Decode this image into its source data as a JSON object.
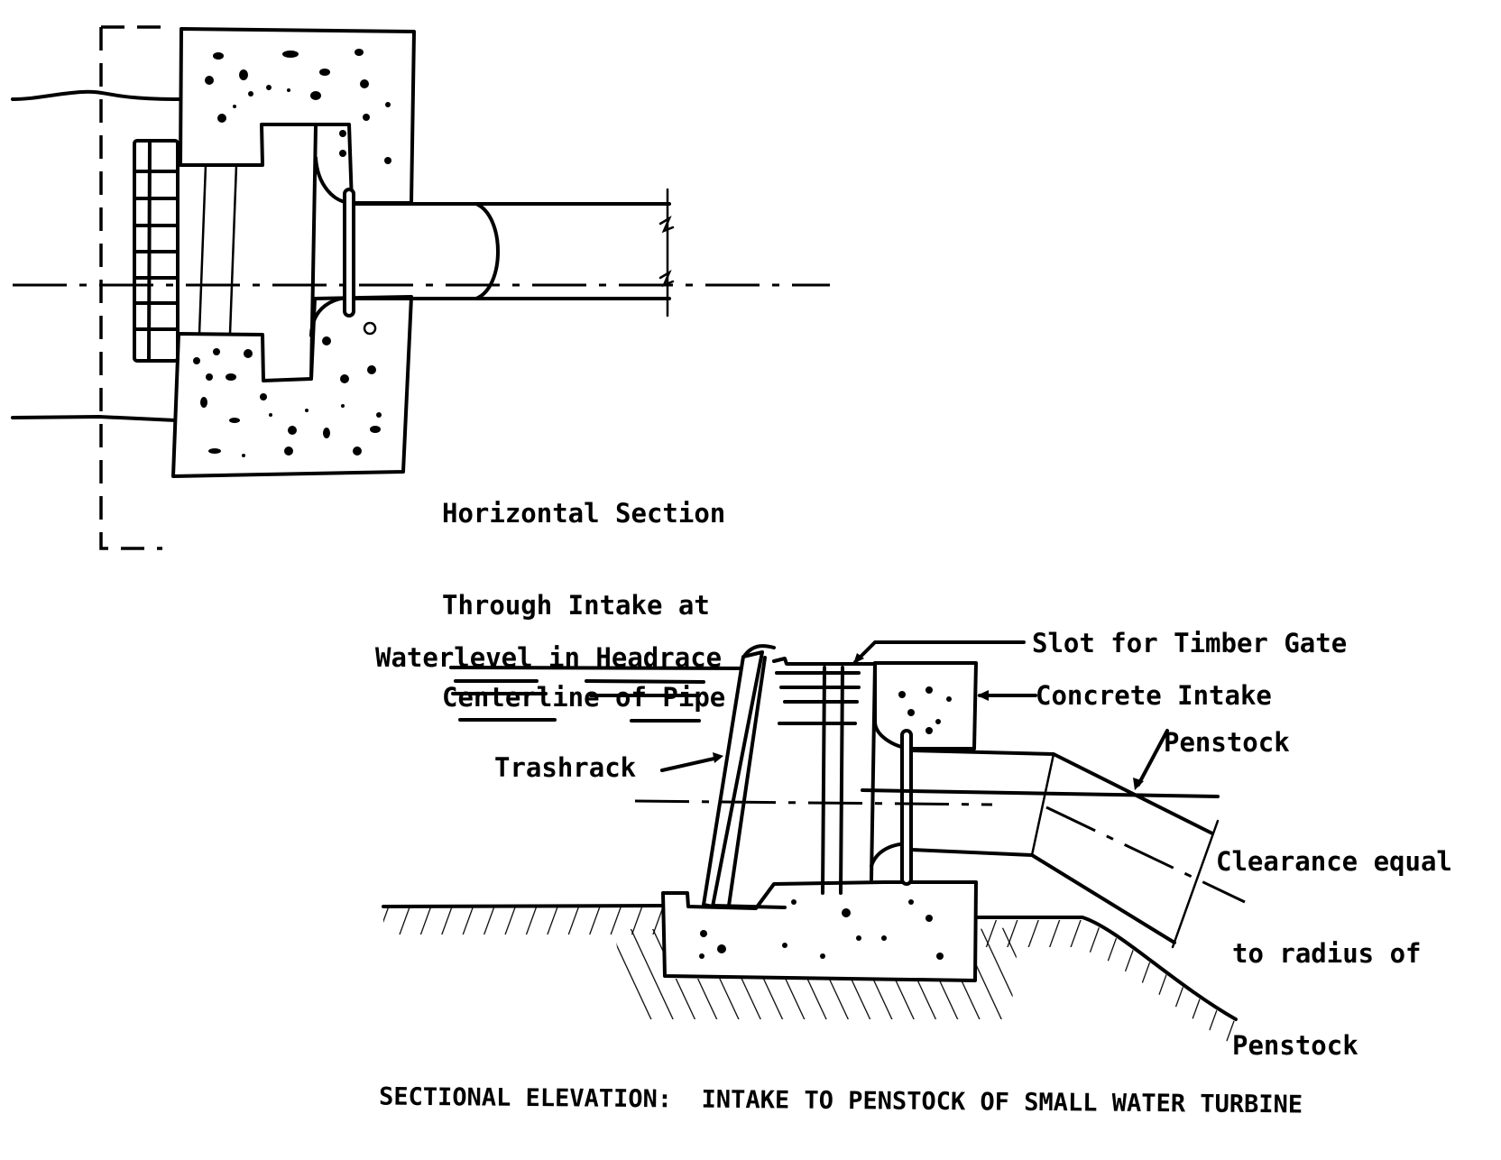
{
  "top_view": {
    "title_lines": [
      "Horizontal Section",
      "Through Intake at",
      "Centerline of Pipe"
    ]
  },
  "elevation": {
    "labels": {
      "waterlevel": "Waterlevel in Headrace",
      "slot": "Slot for Timber Gate",
      "concrete": "Concrete Intake",
      "penstock": "Penstock",
      "trashrack": "Trashrack",
      "clearance_lines": [
        "Clearance equal",
        "to radius of",
        "Penstock"
      ]
    },
    "caption": "SECTIONAL ELEVATION:  INTAKE TO PENSTOCK OF SMALL WATER TURBINE"
  }
}
